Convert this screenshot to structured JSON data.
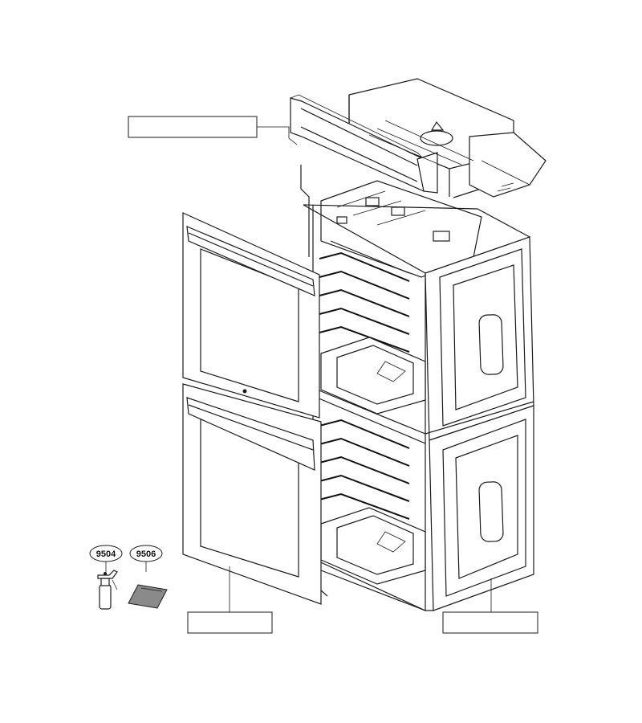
{
  "callouts": [
    {
      "id": "9504",
      "label": "9504",
      "icon": "spray-bottle-icon"
    },
    {
      "id": "9506",
      "label": "9506",
      "icon": "cleaning-pad-icon"
    }
  ],
  "empty_label_boxes": [
    {
      "name": "control-panel-label-box",
      "text": ""
    },
    {
      "name": "door-label-box",
      "text": ""
    },
    {
      "name": "cavity-label-box",
      "text": ""
    }
  ],
  "colors": {
    "line": "#1a1a1a",
    "background": "#ffffff",
    "pad_fill": "#8a8a8a"
  }
}
